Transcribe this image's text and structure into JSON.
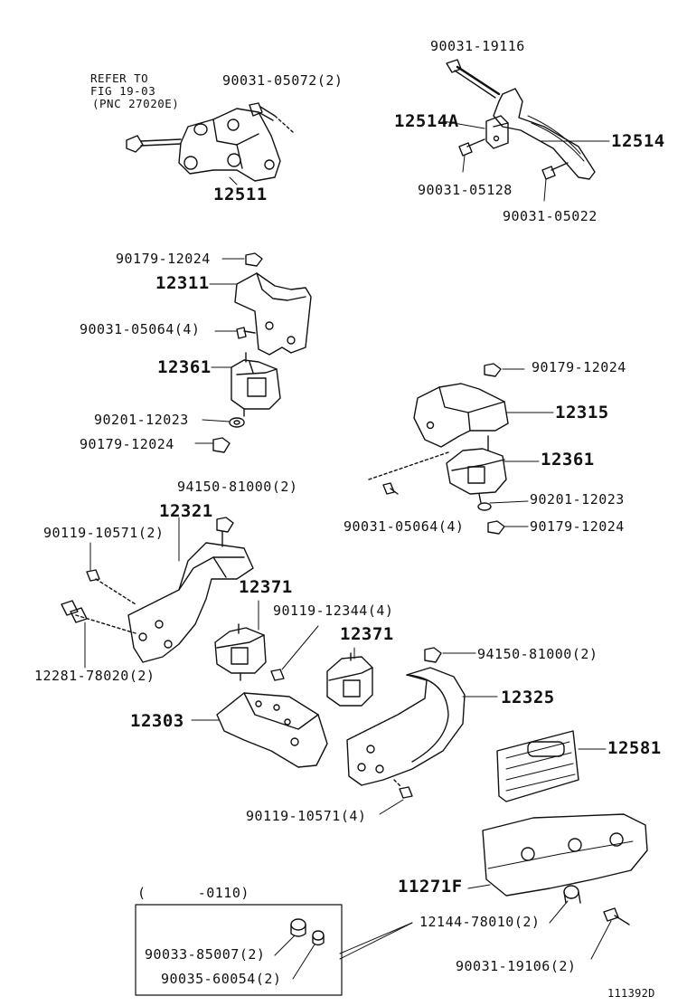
{
  "diagram_code": "111392D",
  "labels": {
    "refer_line1": "REFER TO",
    "refer_line2": "FIG 19-03",
    "refer_line3": "(PNC 27020E)",
    "p_90031_19116": "90031-19116",
    "p_90031_05072": "90031-05072(2)",
    "p_12514A": "12514A",
    "p_12514": "12514",
    "p_12511": "12511",
    "p_90031_05128": "90031-05128",
    "p_90031_05022": "90031-05022",
    "p_90179_12024_a": "90179-12024",
    "p_12311": "12311",
    "p_90031_05064_a": "90031-05064(4)",
    "p_12361_a": "12361",
    "p_90201_12023_a": "90201-12023",
    "p_90179_12024_b": "90179-12024",
    "p_90179_12024_c": "90179-12024",
    "p_12315": "12315",
    "p_12361_b": "12361",
    "p_90201_12023_b": "90201-12023",
    "p_90031_05064_b": "90031-05064(4)",
    "p_90179_12024_d": "90179-12024",
    "p_94150_81000_a": "94150-81000(2)",
    "p_12321": "12321",
    "p_90119_10571_a": "90119-10571(2)",
    "p_12371_a": "12371",
    "p_90119_12344": "90119-12344(4)",
    "p_12371_b": "12371",
    "p_12281_78020": "12281-78020(2)",
    "p_94150_81000_b": "94150-81000(2)",
    "p_12325": "12325",
    "p_12303": "12303",
    "p_12581": "12581",
    "p_90119_10571_b": "90119-10571(4)",
    "p_11271F": "11271F",
    "date_range": "(      -0110)",
    "p_12144_78010": "12144-78010(2)",
    "p_90033_85007": "90033-85007(2)",
    "p_90035_60054": "90035-60054(2)",
    "p_90031_19106": "90031-19106(2)"
  }
}
